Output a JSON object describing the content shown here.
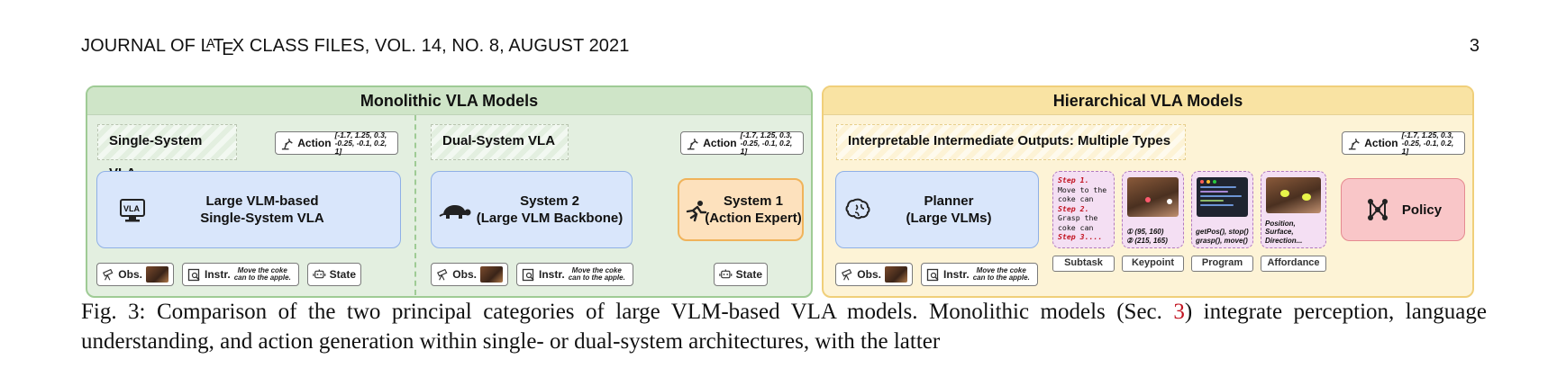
{
  "header": {
    "journal_prefix": "JOURNAL OF",
    "latex_L": "L",
    "latex_A": "A",
    "latex_T": "T",
    "latex_E": "E",
    "latex_X": "X",
    "journal_suffix": "CLASS FILES, VOL. 14, NO. 8, AUGUST 2021",
    "page_number": "3"
  },
  "monolithic": {
    "title": "Monolithic VLA Models",
    "single": {
      "tag": "Single-System VLA",
      "action_label": "Action",
      "action_values_1": "[-1.7, 1.25, 0.3,",
      "action_values_2": "-0.25, -0.1, 0.2, 1]",
      "box_line1": "Large VLM-based",
      "box_line2": "Single-System VLA",
      "vla_badge": "VLA",
      "obs_label": "Obs.",
      "instr_label": "Instr.",
      "instr_text_1": "Move the coke",
      "instr_text_2": "can to the apple.",
      "state_label": "State"
    },
    "dual": {
      "tag": "Dual-System VLA",
      "action_label": "Action",
      "action_values_1": "[-1.7, 1.25, 0.3,",
      "action_values_2": "-0.25, -0.1, 0.2, 1]",
      "system2_line1": "System 2",
      "system2_line2": "(Large VLM Backbone)",
      "system1_line1": "System 1",
      "system1_line2": "(Action Expert)",
      "obs_label": "Obs.",
      "instr_label": "Instr.",
      "instr_text_1": "Move the coke",
      "instr_text_2": "can to the apple.",
      "state_label": "State"
    }
  },
  "hierarchical": {
    "title": "Hierarchical VLA Models",
    "tag": "Interpretable Intermediate Outputs: Multiple Types",
    "action_label": "Action",
    "action_values_1": "[-1.7, 1.25, 0.3,",
    "action_values_2": "-0.25, -0.1, 0.2, 1]",
    "planner_line1": "Planner",
    "planner_line2": "(Large VLMs)",
    "policy_label": "Policy",
    "obs_label": "Obs.",
    "instr_label": "Instr.",
    "instr_text_1": "Move the coke",
    "instr_text_2": "can to the apple.",
    "subtask": {
      "step1": "Step 1.",
      "line1": "Move to the",
      "line2": "coke can",
      "step2": "Step 2.",
      "line3": "Grasp the",
      "line4": "coke can",
      "step3": "Step 3...."
    },
    "keypoint": {
      "p1": "① (95, 160)",
      "p2": "② (215, 165)"
    },
    "program": {
      "line1": "getPos(), stop()",
      "line2": "grasp(), move()"
    },
    "affordance": {
      "line1": "Position,",
      "line2": "Surface,",
      "line3": "Direction..."
    },
    "labels": [
      "Subtask",
      "Keypoint",
      "Program",
      "Affordance"
    ]
  },
  "caption": {
    "text_before": "Fig. 3: Comparison of the two principal categories of large VLM-based VLA models. Monolithic models (Sec. ",
    "ref": "3",
    "text_after": ") integrate perception, language understanding, and action generation within single- or dual-system architectures, with the latter"
  },
  "colors": {
    "mono_bg": "#e3efe0",
    "hier_bg": "#fdf3d6",
    "vlm_box": "#d9e6fb",
    "system1_box": "#fde1bd",
    "policy_box": "#f9c6c8",
    "card_bg": "#f4dff3",
    "ref_red": "#c1121f"
  },
  "icons": [
    "robot-arm-icon",
    "monitor-vla-icon",
    "telescope-icon",
    "text-doc-icon",
    "robot-state-icon",
    "turtle-icon",
    "running-icon",
    "brain-icon",
    "network-icon"
  ]
}
